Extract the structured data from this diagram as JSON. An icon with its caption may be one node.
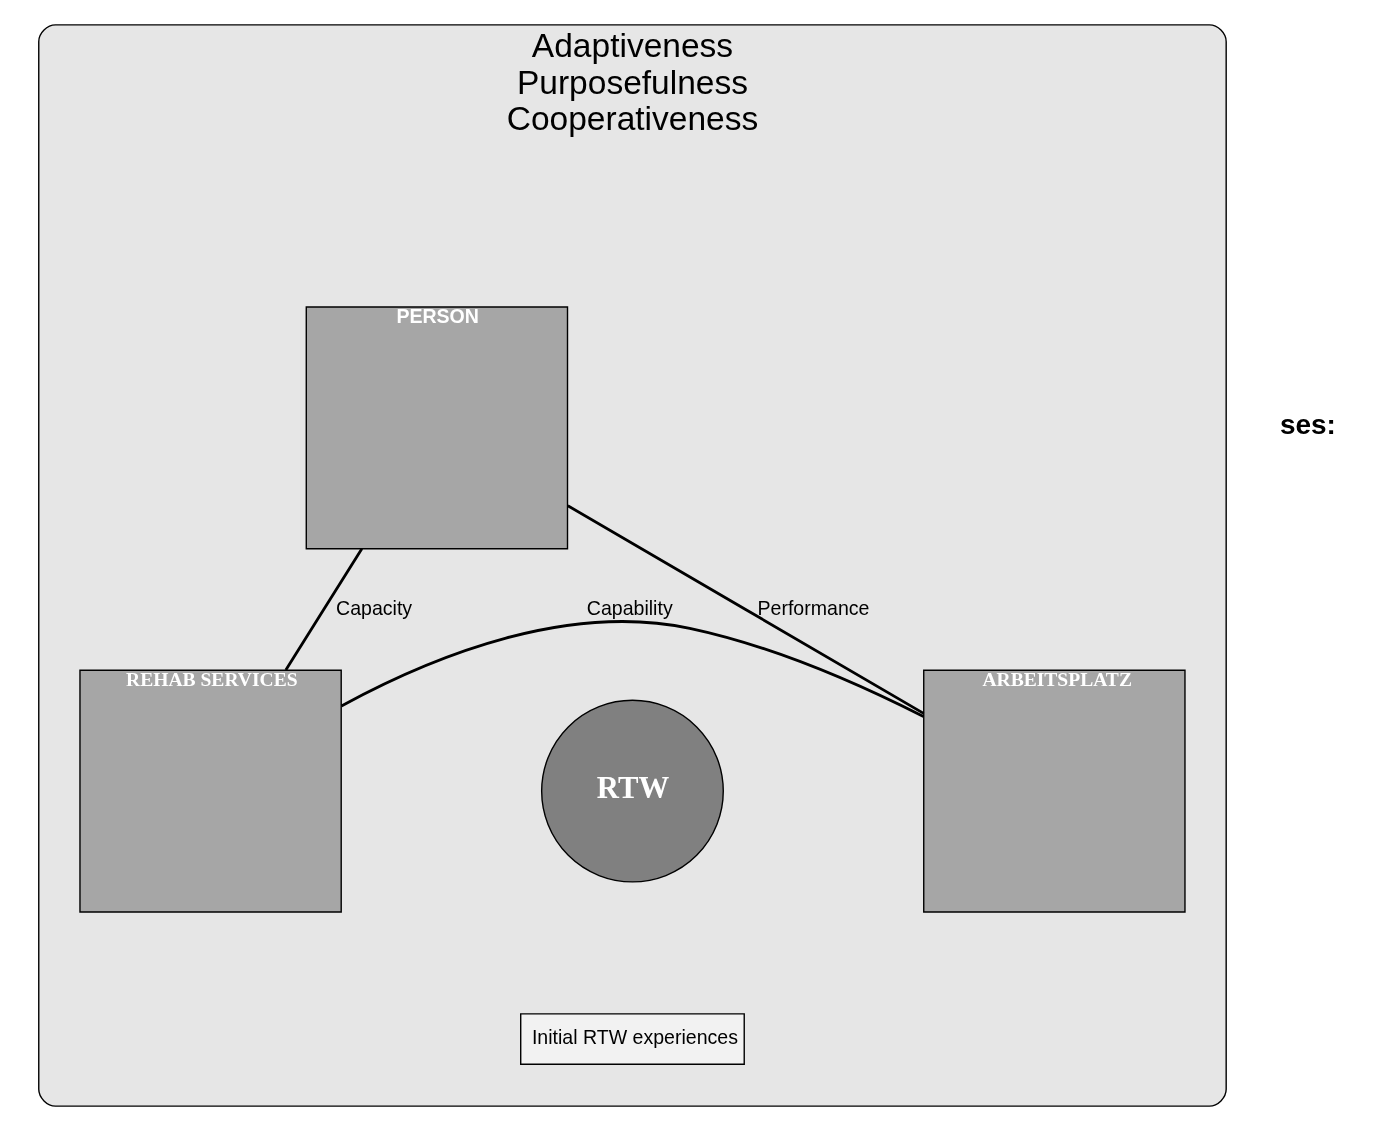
{
  "diagram": {
    "nodes": [
      {
        "text": [
          "Adaptiveness",
          "Purposefulness",
          "Cooperativeness"
        ]
      },
      {
        "text": [
          "PERSON"
        ],
        "in": 0
      },
      {
        "text": [
          "REHAB SERVICES"
        ],
        "in": 0
      },
      {
        "text": [
          "ARBEITSPLATZ"
        ],
        "in": 0
      },
      {
        "text": [
          "RTW"
        ],
        "in": 0
      },
      {
        "text": [
          "Initial RTW experiences"
        ],
        "in": 0
      }
    ],
    "edges": [
      {
        "from": 1,
        "to": 2,
        "arrow": "none",
        "label": "Capacity"
      },
      {
        "from": 1,
        "to": 3,
        "arrow": "none",
        "label": "Performance"
      },
      {
        "from": 2,
        "to": 3,
        "arrow": "none",
        "label": "Capability"
      }
    ],
    "labels": [
      "ses:"
    ]
  }
}
